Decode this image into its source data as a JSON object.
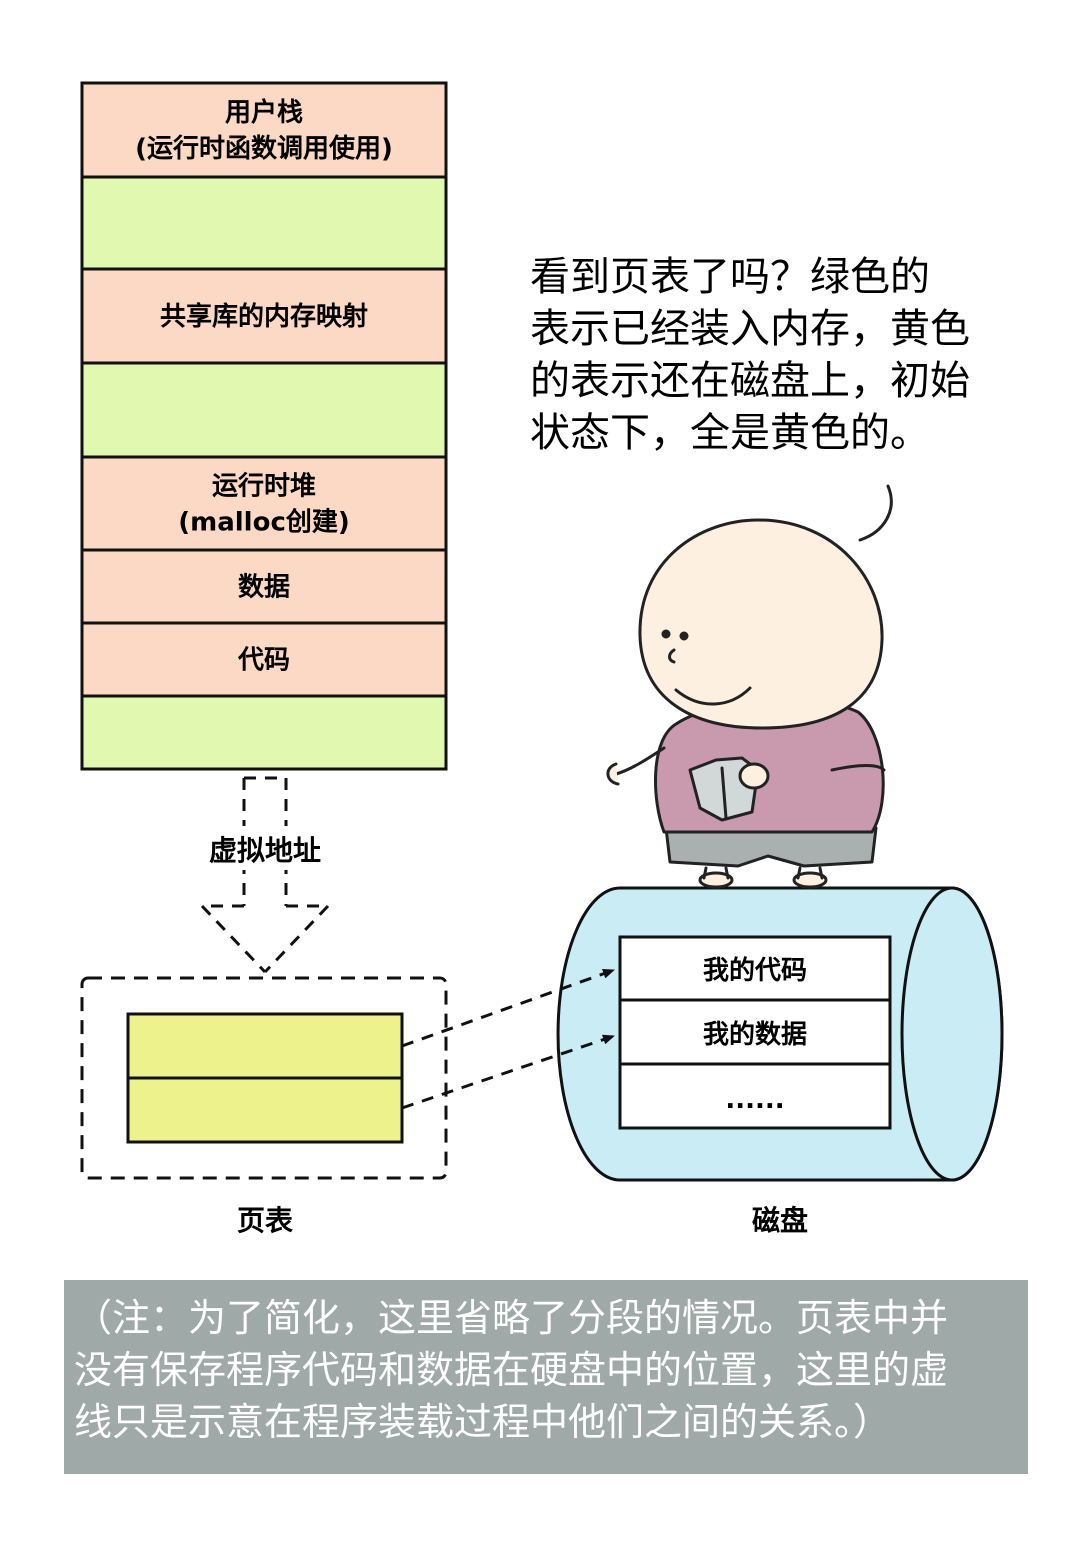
{
  "memory_layout": {
    "segments": [
      {
        "type": "used",
        "lines": [
          "用户栈",
          "(运行时函数调用使用)"
        ]
      },
      {
        "type": "free",
        "lines": []
      },
      {
        "type": "used",
        "lines": [
          "共享库的内存映射"
        ]
      },
      {
        "type": "free",
        "lines": []
      },
      {
        "type": "used",
        "lines": [
          "运行时堆",
          "(malloc创建)"
        ]
      },
      {
        "type": "used",
        "lines": [
          "数据"
        ]
      },
      {
        "type": "used",
        "lines": [
          "代码"
        ]
      },
      {
        "type": "free",
        "lines": []
      }
    ]
  },
  "virtual_address_label": "虚拟地址",
  "page_table": {
    "label": "页表",
    "entries": 2
  },
  "disk": {
    "label": "磁盘",
    "rows": [
      "我的代码",
      "我的数据",
      "......"
    ]
  },
  "speech_bubble": {
    "lines": [
      "看到页表了吗？绿色的",
      "表示已经装入内存，黄色",
      "的表示还在磁盘上，初始",
      "状态下，全是黄色的。"
    ]
  },
  "note": {
    "lines": [
      "（注：为了简化，这里省略了分段的情况。页表中并",
      "没有保存程序代码和数据在硬盘中的位置，这里的虚",
      "线只是示意在程序装载过程中他们之间的关系。）"
    ]
  },
  "colors": {
    "used_segment": "#fbd9c5",
    "free_segment": "#e0f8b0",
    "page_table_entry": "#eef28d",
    "disk": "#c9ecf5",
    "shirt": "#c999ae",
    "shorts": "#aab0b0",
    "note_bg": "#9fa9a7"
  }
}
